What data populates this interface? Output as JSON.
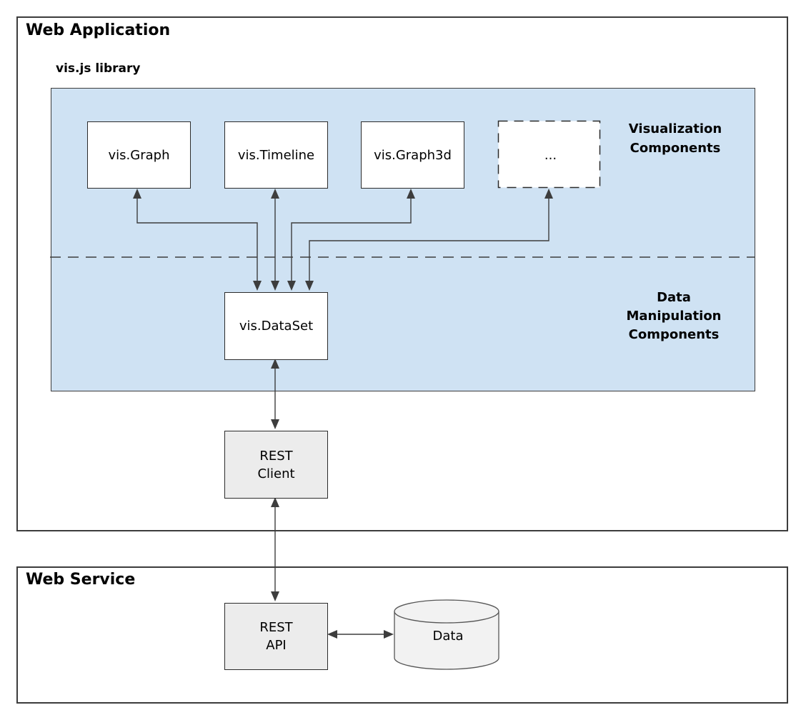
{
  "colors": {
    "panel-blue": "#cfe2f3",
    "node-gray": "#ececec",
    "cylinder-gray": "#f2f2f2",
    "line": "#3d3d3d",
    "border-dark": "#3c3c3c",
    "node-border": "#2b2b2b"
  },
  "web_application": {
    "title": "Web Application",
    "visjs_library": {
      "label": "vis.js library",
      "sections": {
        "visualization_label": "Visualization\nComponents",
        "data_manipulation_label": "Data\nManipulation\nComponents"
      },
      "visualization_components": [
        {
          "label": "vis.Graph"
        },
        {
          "label": "vis.Timeline"
        },
        {
          "label": "vis.Graph3d"
        },
        {
          "label": "..."
        }
      ],
      "data_components": [
        {
          "label": "vis.DataSet"
        }
      ]
    },
    "rest_client": {
      "label": "REST\nClient"
    }
  },
  "web_service": {
    "title": "Web Service",
    "rest_api": {
      "label": "REST\nAPI"
    },
    "data_store": {
      "label": "Data"
    }
  }
}
